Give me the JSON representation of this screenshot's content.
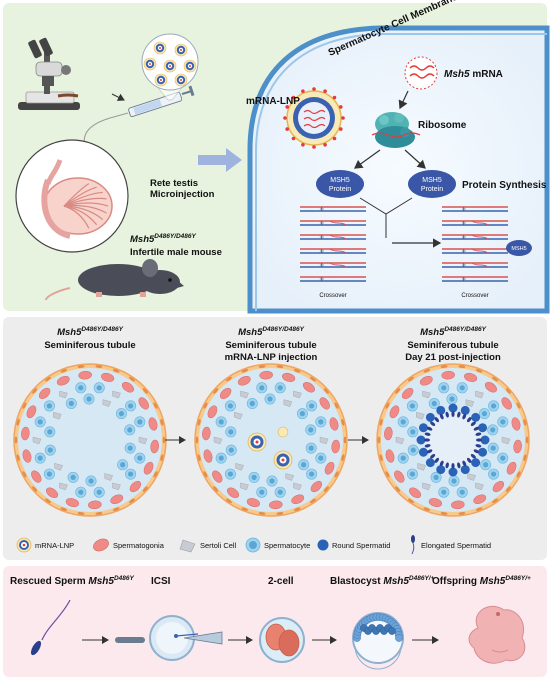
{
  "panel_a": {
    "membrane_label": "Spermatocyte Cell Membrane",
    "mrna_lnp": "mRNA-LNP",
    "msh5_mrna_gene": "Msh5",
    "msh5_mrna_suffix": " mRNA",
    "ribosome": "Ribosome",
    "protein_left_line1": "MSH5",
    "protein_left_line2": "Protein",
    "protein_right_line1": "MSH5",
    "protein_right_line2": "Protein",
    "protein_synthesis": "Protein Synthesis",
    "msh5_small": "MSH5",
    "crossover_left": "Crossover",
    "crossover_right": "Crossover",
    "rete_line1": "Rete testis",
    "rete_line2": "Microinjection",
    "mouse_gene": "Msh5",
    "mouse_genotype": "D486Y/D486Y",
    "mouse_desc": "Infertile male mouse"
  },
  "panel_b": {
    "t1_gene": "Msh5",
    "t1_genotype": "D486Y/D486Y",
    "t1_line2": "Seminiferous tubule",
    "t2_gene": "Msh5",
    "t2_genotype": "D486Y/D486Y",
    "t2_line2": "Seminiferous tubule",
    "t2_line3": "mRNA-LNP injection",
    "t3_gene": "Msh5",
    "t3_genotype": "D486Y/D486Y",
    "t3_line2": "Seminiferous tubule",
    "t3_line3": "Day 21 post-injection"
  },
  "legend": {
    "lnp": "mRNA-LNP",
    "spermatogonia": "Spermatogonia",
    "sertoli": "Sertoli Cell",
    "spermatocyte": "Spermatocyte",
    "round": "Round Spermatid",
    "elongated": "Elongated Spermatid"
  },
  "panel_c": {
    "sperm_prefix": "Rescued Sperm ",
    "sperm_gene": "Msh5",
    "sperm_genotype": "D486Y",
    "icsi": "ICSI",
    "two_cell": "2-cell",
    "blast_prefix": "Blastocyst ",
    "blast_gene": "Msh5",
    "blast_genotype": "D486Y/+",
    "off_prefix": "Offspring ",
    "off_gene": "Msh5",
    "off_genotype": "D486Y/+"
  },
  "colors": {
    "panel_a_bg": "#e7f3de",
    "panel_b_bg": "#ededee",
    "panel_c_bg": "#fbe9ee",
    "arrow_blue": "#9fb3df",
    "protein_blue": "#3a56a6",
    "ribosome_teal": "#3a98a6",
    "lnp_red": "#e23c3c",
    "spermatogonia_pink": "#ef8a86",
    "spermatocyte_blue": "#9fd3ef",
    "round_spermatid": "#2a62b8",
    "tubule_border": "#f0a560"
  }
}
